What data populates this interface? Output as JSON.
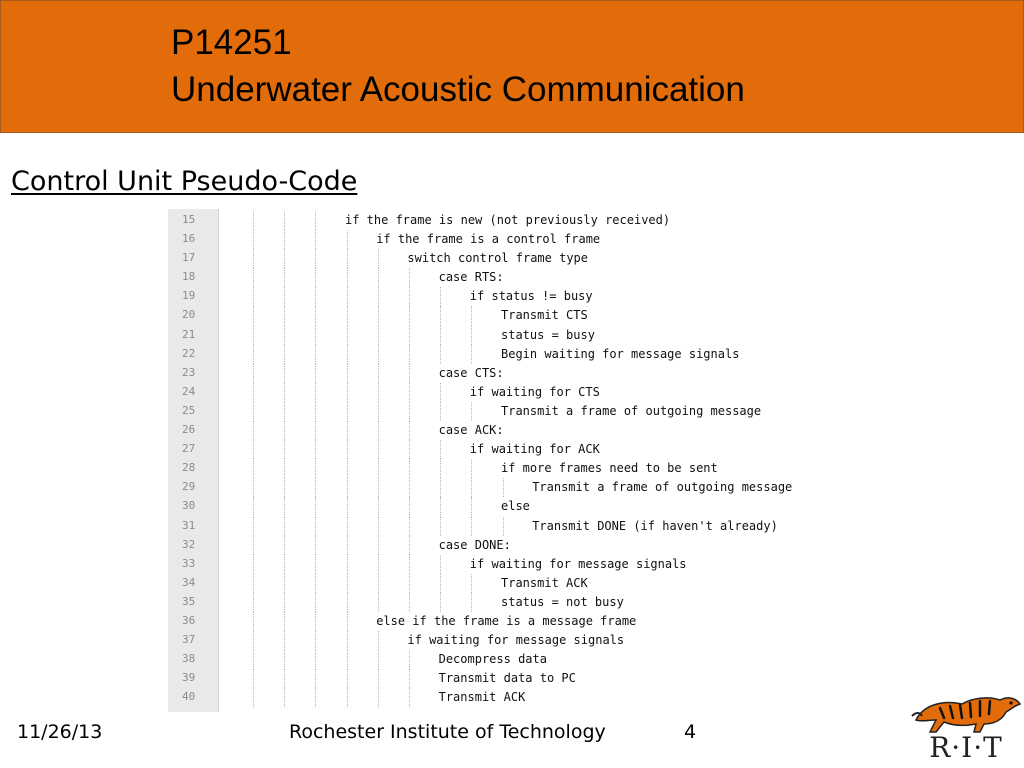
{
  "header": {
    "title_line1": "P14251",
    "title_line2": "Underwater Acoustic Communication",
    "color": "#e36c0a"
  },
  "section": {
    "heading": "Control Unit Pseudo-Code"
  },
  "code": {
    "lines": [
      {
        "number": "15",
        "indent": 0,
        "text": "if the frame is new (not previously received)"
      },
      {
        "number": "16",
        "indent": 1,
        "text": "if the frame is a control frame"
      },
      {
        "number": "17",
        "indent": 2,
        "text": "switch control frame type"
      },
      {
        "number": "18",
        "indent": 3,
        "text": "case RTS:"
      },
      {
        "number": "19",
        "indent": 4,
        "text": "if status != busy"
      },
      {
        "number": "20",
        "indent": 5,
        "text": "Transmit CTS"
      },
      {
        "number": "21",
        "indent": 5,
        "text": "status = busy"
      },
      {
        "number": "22",
        "indent": 5,
        "text": "Begin waiting for message signals"
      },
      {
        "number": "23",
        "indent": 3,
        "text": "case CTS:"
      },
      {
        "number": "24",
        "indent": 4,
        "text": "if waiting for CTS"
      },
      {
        "number": "25",
        "indent": 5,
        "text": "Transmit a frame of outgoing message"
      },
      {
        "number": "26",
        "indent": 3,
        "text": "case ACK:"
      },
      {
        "number": "27",
        "indent": 4,
        "text": "if waiting for ACK"
      },
      {
        "number": "28",
        "indent": 5,
        "text": "if more frames need to be sent"
      },
      {
        "number": "29",
        "indent": 6,
        "text": "Transmit a frame of outgoing message"
      },
      {
        "number": "30",
        "indent": 5,
        "text": "else"
      },
      {
        "number": "31",
        "indent": 6,
        "text": "Transmit DONE (if haven't already)"
      },
      {
        "number": "32",
        "indent": 3,
        "text": "case DONE:"
      },
      {
        "number": "33",
        "indent": 4,
        "text": "if waiting for message signals"
      },
      {
        "number": "34",
        "indent": 5,
        "text": "Transmit ACK"
      },
      {
        "number": "35",
        "indent": 5,
        "text": "status = not busy"
      },
      {
        "number": "36",
        "indent": 1,
        "text": "else if the frame is a message frame"
      },
      {
        "number": "37",
        "indent": 2,
        "text": "if waiting for message signals"
      },
      {
        "number": "38",
        "indent": 3,
        "text": "Decompress data"
      },
      {
        "number": "39",
        "indent": 3,
        "text": "Transmit data to PC"
      },
      {
        "number": "40",
        "indent": 3,
        "text": "Transmit ACK"
      }
    ]
  },
  "footer": {
    "date": "11/26/13",
    "organization": "Rochester Institute of Technology",
    "page_number": "4"
  },
  "logo": {
    "text": "R·I·T",
    "icon": "tiger-icon"
  }
}
